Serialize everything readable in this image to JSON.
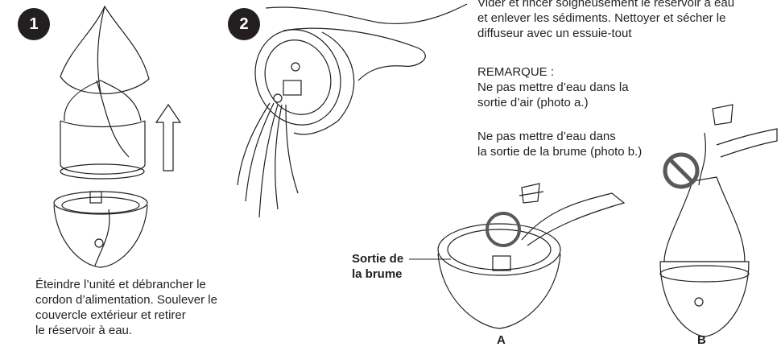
{
  "steps": {
    "one": {
      "number": "1",
      "lines": [
        "Éteindre l’unité et débrancher le",
        "cordon d’alimentation. Soulever le",
        "couvercle extérieur et retirer",
        "le réservoir à eau."
      ]
    },
    "two": {
      "number": "2",
      "lines": [
        "Vider et rincer soigneusement le réservoir à eau",
        "et enlever les sédiments. Nettoyer et sécher le",
        "diffuseur avec un essuie-tout"
      ]
    }
  },
  "note": {
    "heading": "REMARQUE :",
    "air_lines": [
      "Ne pas mettre d’eau dans la",
      "sortie d’air (photo a.)"
    ],
    "mist_lines": [
      "Ne pas mettre d’eau dans",
      "la sortie de la brume (photo b.)"
    ]
  },
  "callout": {
    "lines": [
      "Sortie de",
      "la brume"
    ]
  },
  "photo_labels": {
    "a": "A",
    "b": "B"
  },
  "colors": {
    "ink": "#231f20",
    "prohibit": "#58595b"
  }
}
